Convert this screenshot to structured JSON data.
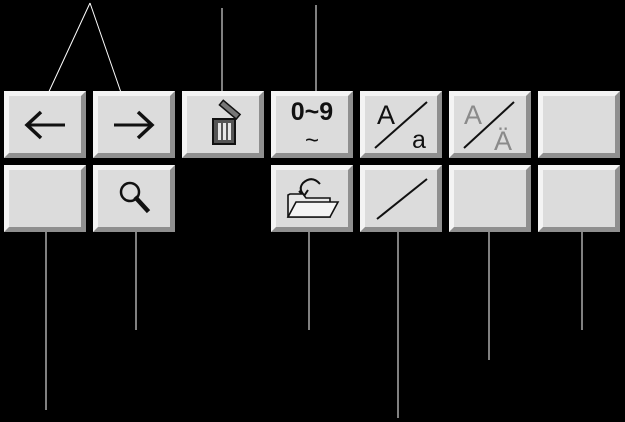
{
  "keypad": {
    "keys": [
      {
        "id": "cursor-left",
        "icon": "arrow-left-icon"
      },
      {
        "id": "cursor-right",
        "icon": "arrow-right-icon"
      },
      {
        "id": "delete",
        "icon": "trash-icon"
      },
      {
        "id": "numeric-mode",
        "icon": "numeric-mode-icon",
        "label_top": "0~9",
        "label_bottom": "~"
      },
      {
        "id": "case-toggle",
        "icon": "case-toggle-icon",
        "label_upper": "A",
        "label_lower": "a"
      },
      {
        "id": "umlaut-toggle",
        "icon": "umlaut-toggle-icon",
        "label_upper": "A",
        "label_lower": "Ä"
      },
      {
        "id": "blank-top-right",
        "icon": ""
      },
      {
        "id": "blank-bottom-left",
        "icon": ""
      },
      {
        "id": "search",
        "icon": "magnifier-icon"
      },
      {
        "id": "open-folder",
        "icon": "folder-open-icon"
      },
      {
        "id": "slash",
        "icon": "slash-icon"
      },
      {
        "id": "blank-bottom-6",
        "icon": ""
      },
      {
        "id": "blank-bottom-7",
        "icon": ""
      }
    ]
  },
  "colors": {
    "background": "#000000",
    "key_face": "#dcdcdc",
    "key_highlight": "#f4f4f4",
    "key_shadow": "#8f8f8f",
    "glyph": "#111111",
    "glyph_dim": "#8a8a8a",
    "leader_line": "#ffffff"
  }
}
